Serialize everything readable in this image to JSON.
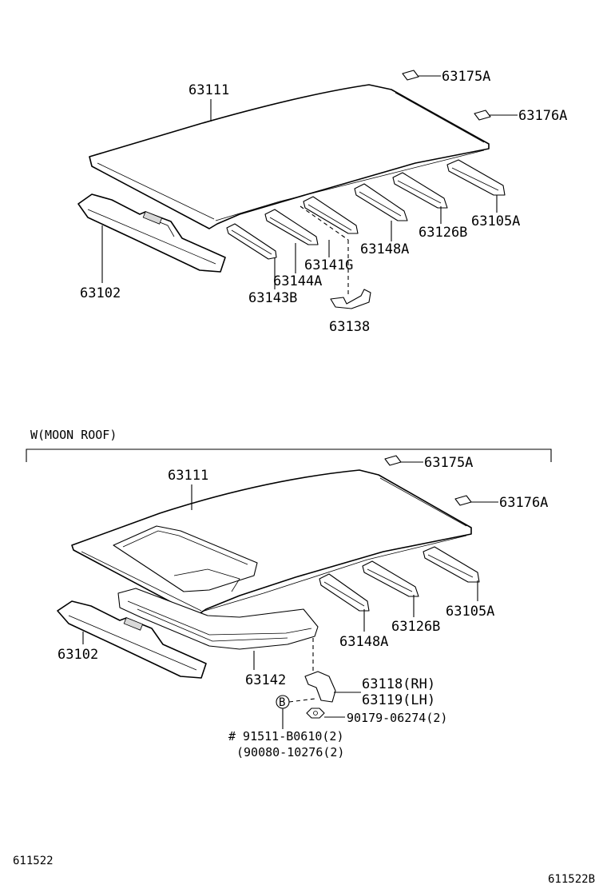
{
  "diagram": {
    "top": {
      "labels": {
        "roof_panel": "63111",
        "clip_a": "63175A",
        "clip_b": "63176A",
        "front_header": "63102",
        "rear_reinf": "63105A",
        "bow_126b": "63126B",
        "bow_148a": "63148A",
        "bow_141g": "63141G",
        "bow_144a": "63144A",
        "bow_143b": "63143B",
        "bracket": "63138"
      }
    },
    "bottom": {
      "section_title": "W(MOON ROOF)",
      "labels": {
        "roof_panel": "63111",
        "clip_a": "63175A",
        "clip_b": "63176A",
        "front_header": "63102",
        "housing": "63142",
        "bow_148a": "63148A",
        "bow_126b": "63126B",
        "rear_reinf": "63105A",
        "bracket_rh": "63118(RH)",
        "bracket_lh": "63119(LH)",
        "nut": "90179-06274(2)",
        "bolt": "# 91511-B0610(2)",
        "bolt_alt": "(90080-10276(2)",
        "bolt_marker": "B"
      }
    },
    "footer": {
      "left_code": "611522",
      "right_code": "611522B"
    }
  }
}
